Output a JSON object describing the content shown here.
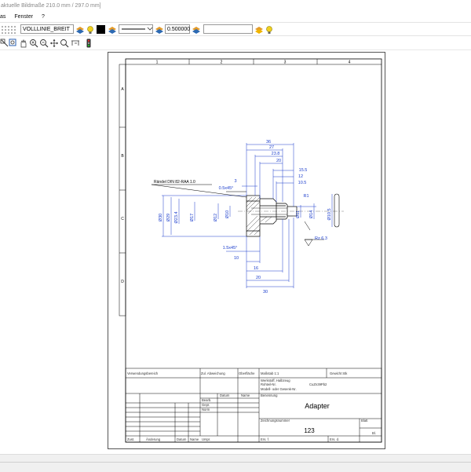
{
  "window": {
    "title": "aktuelle Bildmaße 210.0 mm / 297.0 mm]"
  },
  "menu": [
    "as",
    "Fenster",
    "?"
  ],
  "toolbar": {
    "line_style": "VOLLLINIE_BREIT",
    "line_width": "0.500000",
    "extra_value": ""
  },
  "drawing": {
    "columns": [
      "1",
      "2",
      "3",
      "4"
    ],
    "rows": [
      "A",
      "B",
      "C",
      "D"
    ],
    "dims_top": [
      "36",
      "27",
      "23.8",
      "20",
      "15.5",
      "12",
      "10.5"
    ],
    "dims_left": [
      "Ø30",
      "Ø29",
      "Ø23.4",
      "Ø17",
      "Ø12",
      "Ø10"
    ],
    "dims_right": [
      "Ø11",
      "Ø14",
      "Ø10.5"
    ],
    "dims_bottom": [
      "10",
      "16",
      "20",
      "30"
    ],
    "notes": {
      "knurl": "Rändel DIN 82-RAA 1.0",
      "chamfer_top": "0.5x45°",
      "chamfer_bottom": "1.5x45°",
      "top_3": "3",
      "radius": "R1",
      "roughness": "Rz 6.3"
    },
    "title_block": {
      "verwendung": "Verwendungsbereich",
      "zul_abw": "Zul. Abweichung",
      "oberflaeche": "Oberfläche",
      "massstab": "Maßstab 1:1",
      "gewicht": "Gewicht Stk",
      "werkstoff": "Werkstoff, Halbzeug",
      "rohteil": "Rohteil-Nr.",
      "material": "CuZn39Pb2",
      "modell": "Modell- oder Gesenk-Nr.",
      "datum": "Datum",
      "name": "Name",
      "bearb": "Bearb.",
      "gepr": "Gepr.",
      "norm": "Norm",
      "benennung": "Benennung",
      "title": "Adapter",
      "zeichnungsnummer": "Zeichnungsnummer",
      "number": "123",
      "blatt": "Blatt",
      "bl": "Bl.",
      "zust": "Zust.",
      "aenderung": "Änderung",
      "datum2": "Datum",
      "name2": "Name",
      "urspr": "Urspr.",
      "ers_f": "Ers. f.",
      "ers_d": "Ers. d."
    }
  }
}
